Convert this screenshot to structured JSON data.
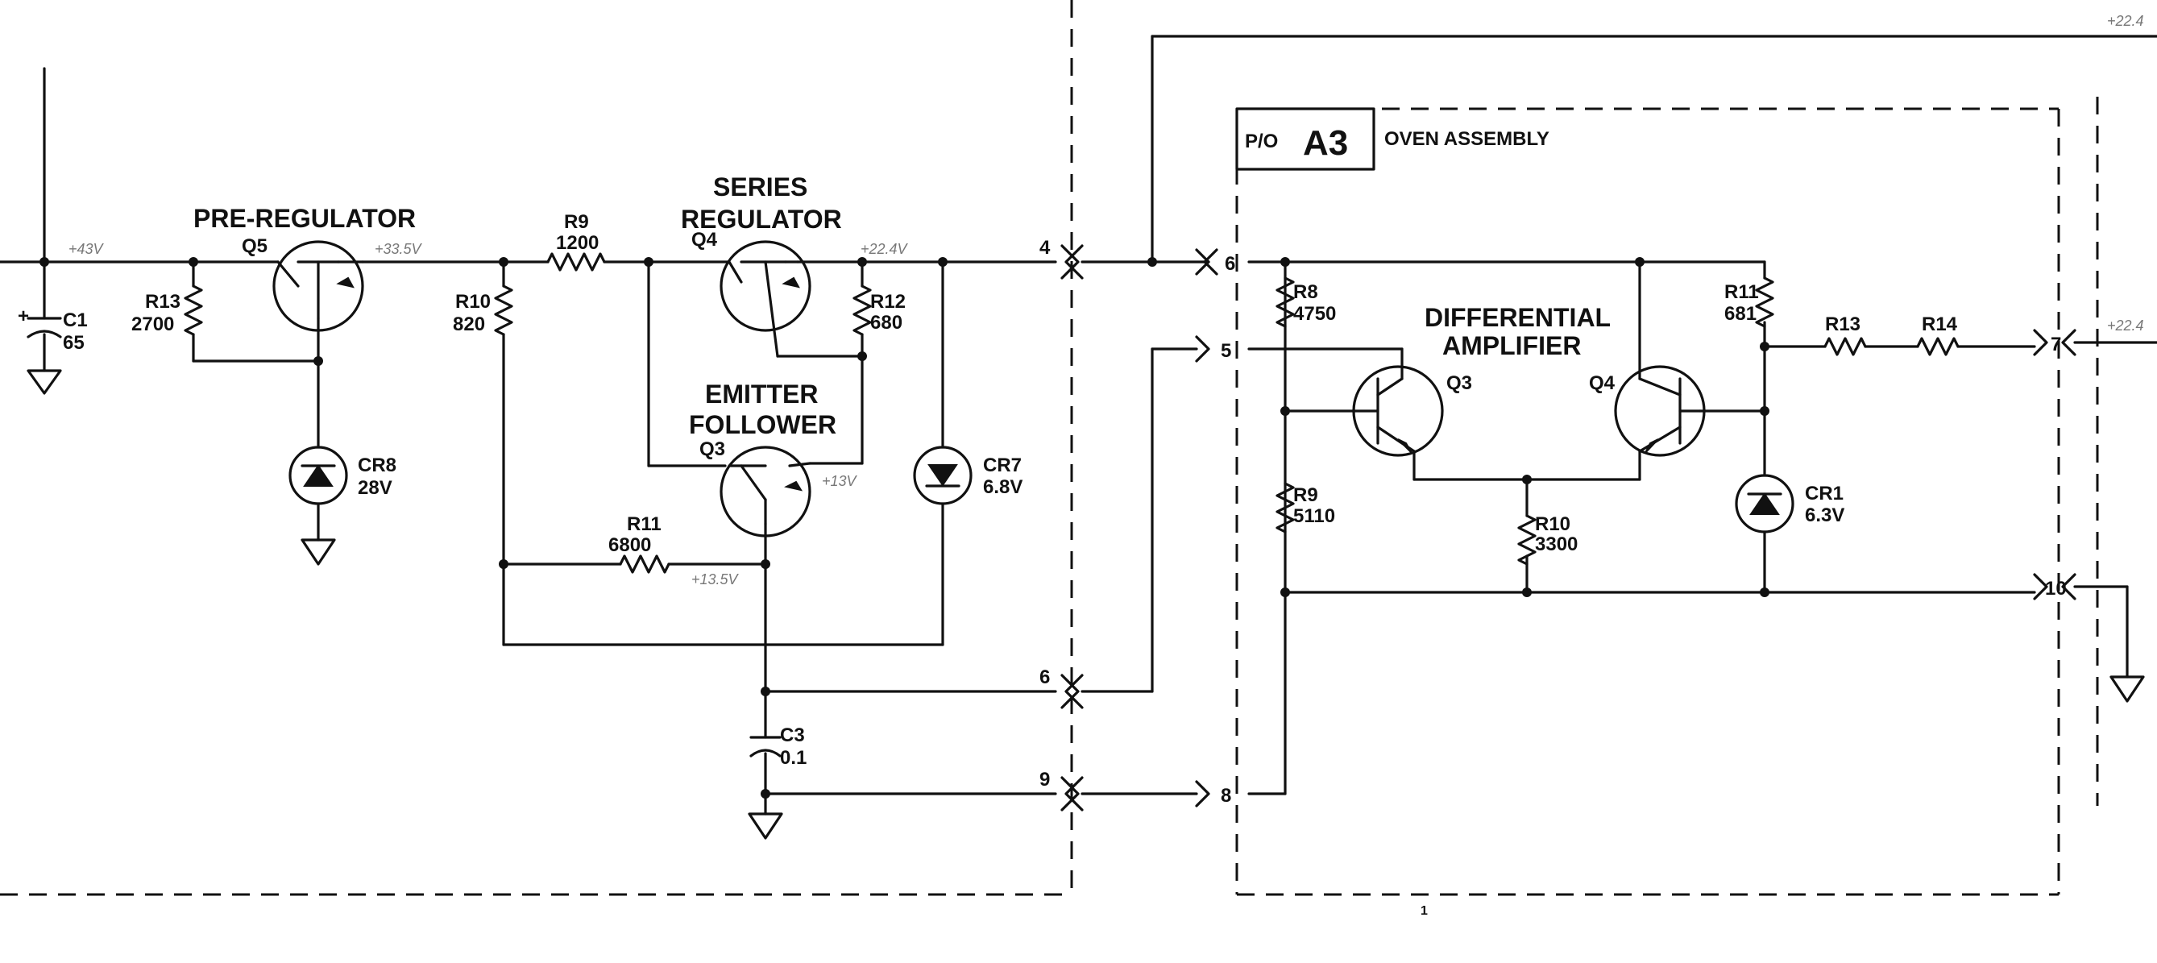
{
  "labels": {
    "pre_regulator": "PRE-REGULATOR",
    "series_line1": "SERIES",
    "series_line2": "REGULATOR",
    "emitter_line1": "EMITTER",
    "emitter_line2": "FOLLOWER",
    "diff_line1": "DIFFERENTIAL",
    "diff_line2": "AMPLIFIER",
    "po": "P/O",
    "a3": "A3",
    "oven": "OVEN ASSEMBLY"
  },
  "components": {
    "c1": {
      "ref": "C1",
      "value": "65",
      "plus": "+"
    },
    "r13": {
      "ref": "R13",
      "value": "2700"
    },
    "q5": {
      "ref": "Q5"
    },
    "cr8": {
      "ref": "CR8",
      "value": "28V"
    },
    "r9": {
      "ref": "R9",
      "value": "1200"
    },
    "r10": {
      "ref": "R10",
      "value": "820"
    },
    "q4": {
      "ref": "Q4"
    },
    "r12": {
      "ref": "R12",
      "value": "680"
    },
    "q3": {
      "ref": "Q3"
    },
    "r11": {
      "ref": "R11",
      "value": "6800"
    },
    "cr7": {
      "ref": "CR7",
      "value": "6.8V"
    },
    "c3": {
      "ref": "C3",
      "value": "0.1"
    },
    "a3_r8": {
      "ref": "R8",
      "value": "4750"
    },
    "a3_q3": {
      "ref": "Q3"
    },
    "a3_q4": {
      "ref": "Q4"
    },
    "a3_r11": {
      "ref": "R11",
      "value": "681"
    },
    "a3_r13": {
      "ref": "R13"
    },
    "a3_r14": {
      "ref": "R14"
    },
    "a3_r9": {
      "ref": "R9",
      "value": "5110"
    },
    "a3_r10": {
      "ref": "R10",
      "value": "3300"
    },
    "a3_cr1": {
      "ref": "CR1",
      "value": "6.3V"
    }
  },
  "pins": {
    "p4": "4",
    "p6": "6",
    "p9": "9",
    "a5": "5",
    "a6": "6",
    "a7": "7",
    "a8": "8",
    "a10": "10"
  },
  "voltages": {
    "v1": "+43V",
    "v2": "+33.5V",
    "v3": "+22.4V",
    "v4": "+13V",
    "v5": "+13.5V",
    "v6": "+22.4",
    "v7": "+22.4"
  },
  "misc": {
    "page_mark": "1"
  }
}
